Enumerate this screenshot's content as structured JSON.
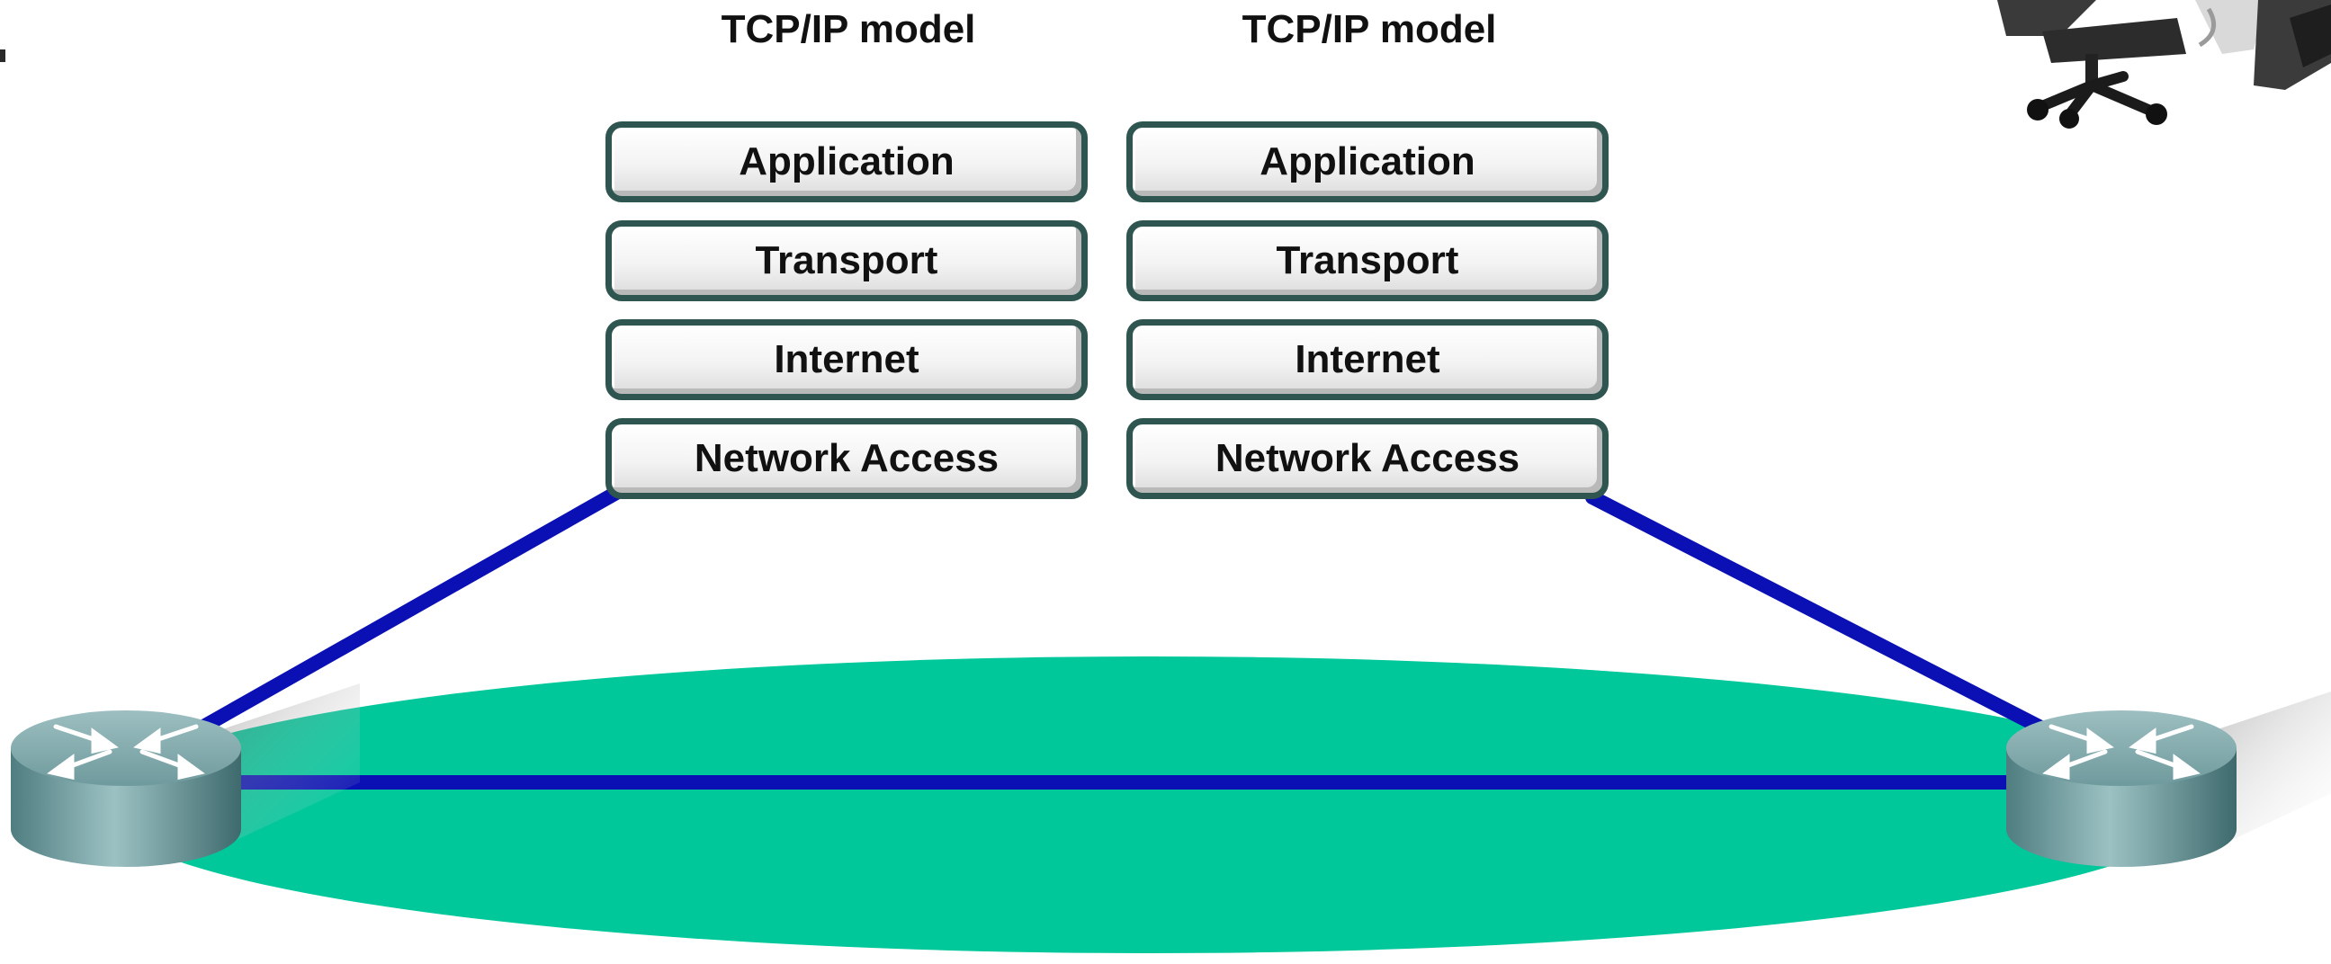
{
  "diagram": {
    "stacks": [
      {
        "title": "TCP/IP model",
        "layers": [
          "Application",
          "Transport",
          "Internet",
          "Network Access"
        ]
      },
      {
        "title": "TCP/IP model",
        "layers": [
          "Application",
          "Transport",
          "Internet",
          "Network Access"
        ]
      }
    ],
    "link_color": "#0a10b4",
    "network_color": "#00c89b",
    "box_border_color": "#2f5550",
    "icons": {
      "left_device": "router-icon",
      "right_device": "router-icon",
      "top_right_image": "office-chair-photo"
    }
  }
}
